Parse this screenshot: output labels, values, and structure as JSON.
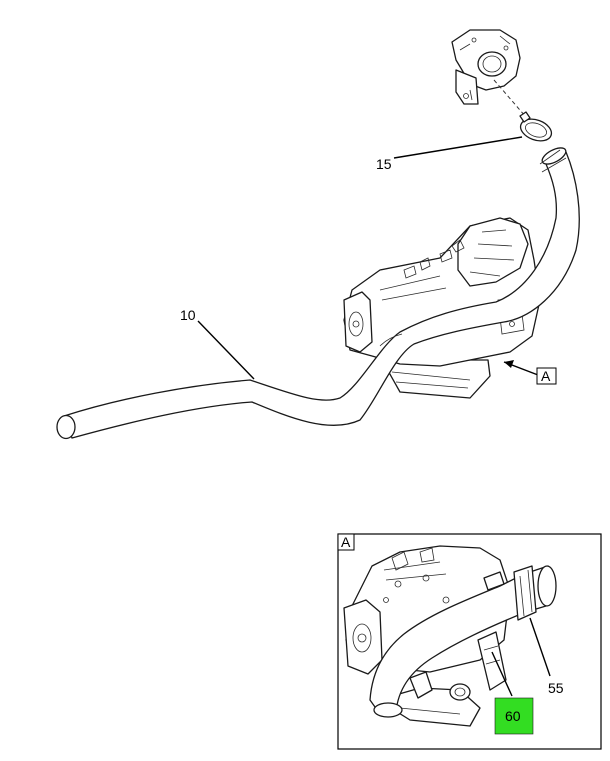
{
  "callouts": {
    "c10": "10",
    "c15": "15",
    "c55": "55",
    "c60": "60"
  },
  "view_labels": {
    "main_ref": "A",
    "detail_title": "A"
  },
  "colors": {
    "highlight": "#33dd22",
    "line": "#1a1a1a",
    "background": "#ffffff"
  }
}
